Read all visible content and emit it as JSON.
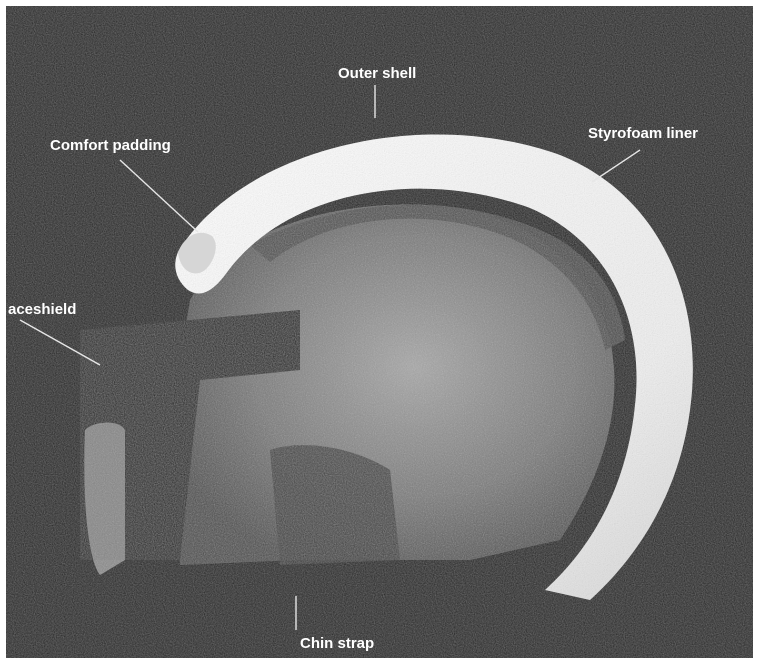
{
  "labels": {
    "outer_shell": "Outer shell",
    "comfort_padding": "Comfort padding",
    "styrofoam_liner": "Styrofoam liner",
    "faceshield": "aceshield",
    "chin_strap": "Chin strap"
  },
  "colors": {
    "frame_background": "#ffffff",
    "photo_background": "#141414",
    "shell_white": "#f4f4f4",
    "liner_edge": "#bdbdbd",
    "interior_gray": "#8a8a8a",
    "interior_dark": "#5a5a5a",
    "visor_gray": "#9a9a9a",
    "label_text": "#ffffff"
  }
}
